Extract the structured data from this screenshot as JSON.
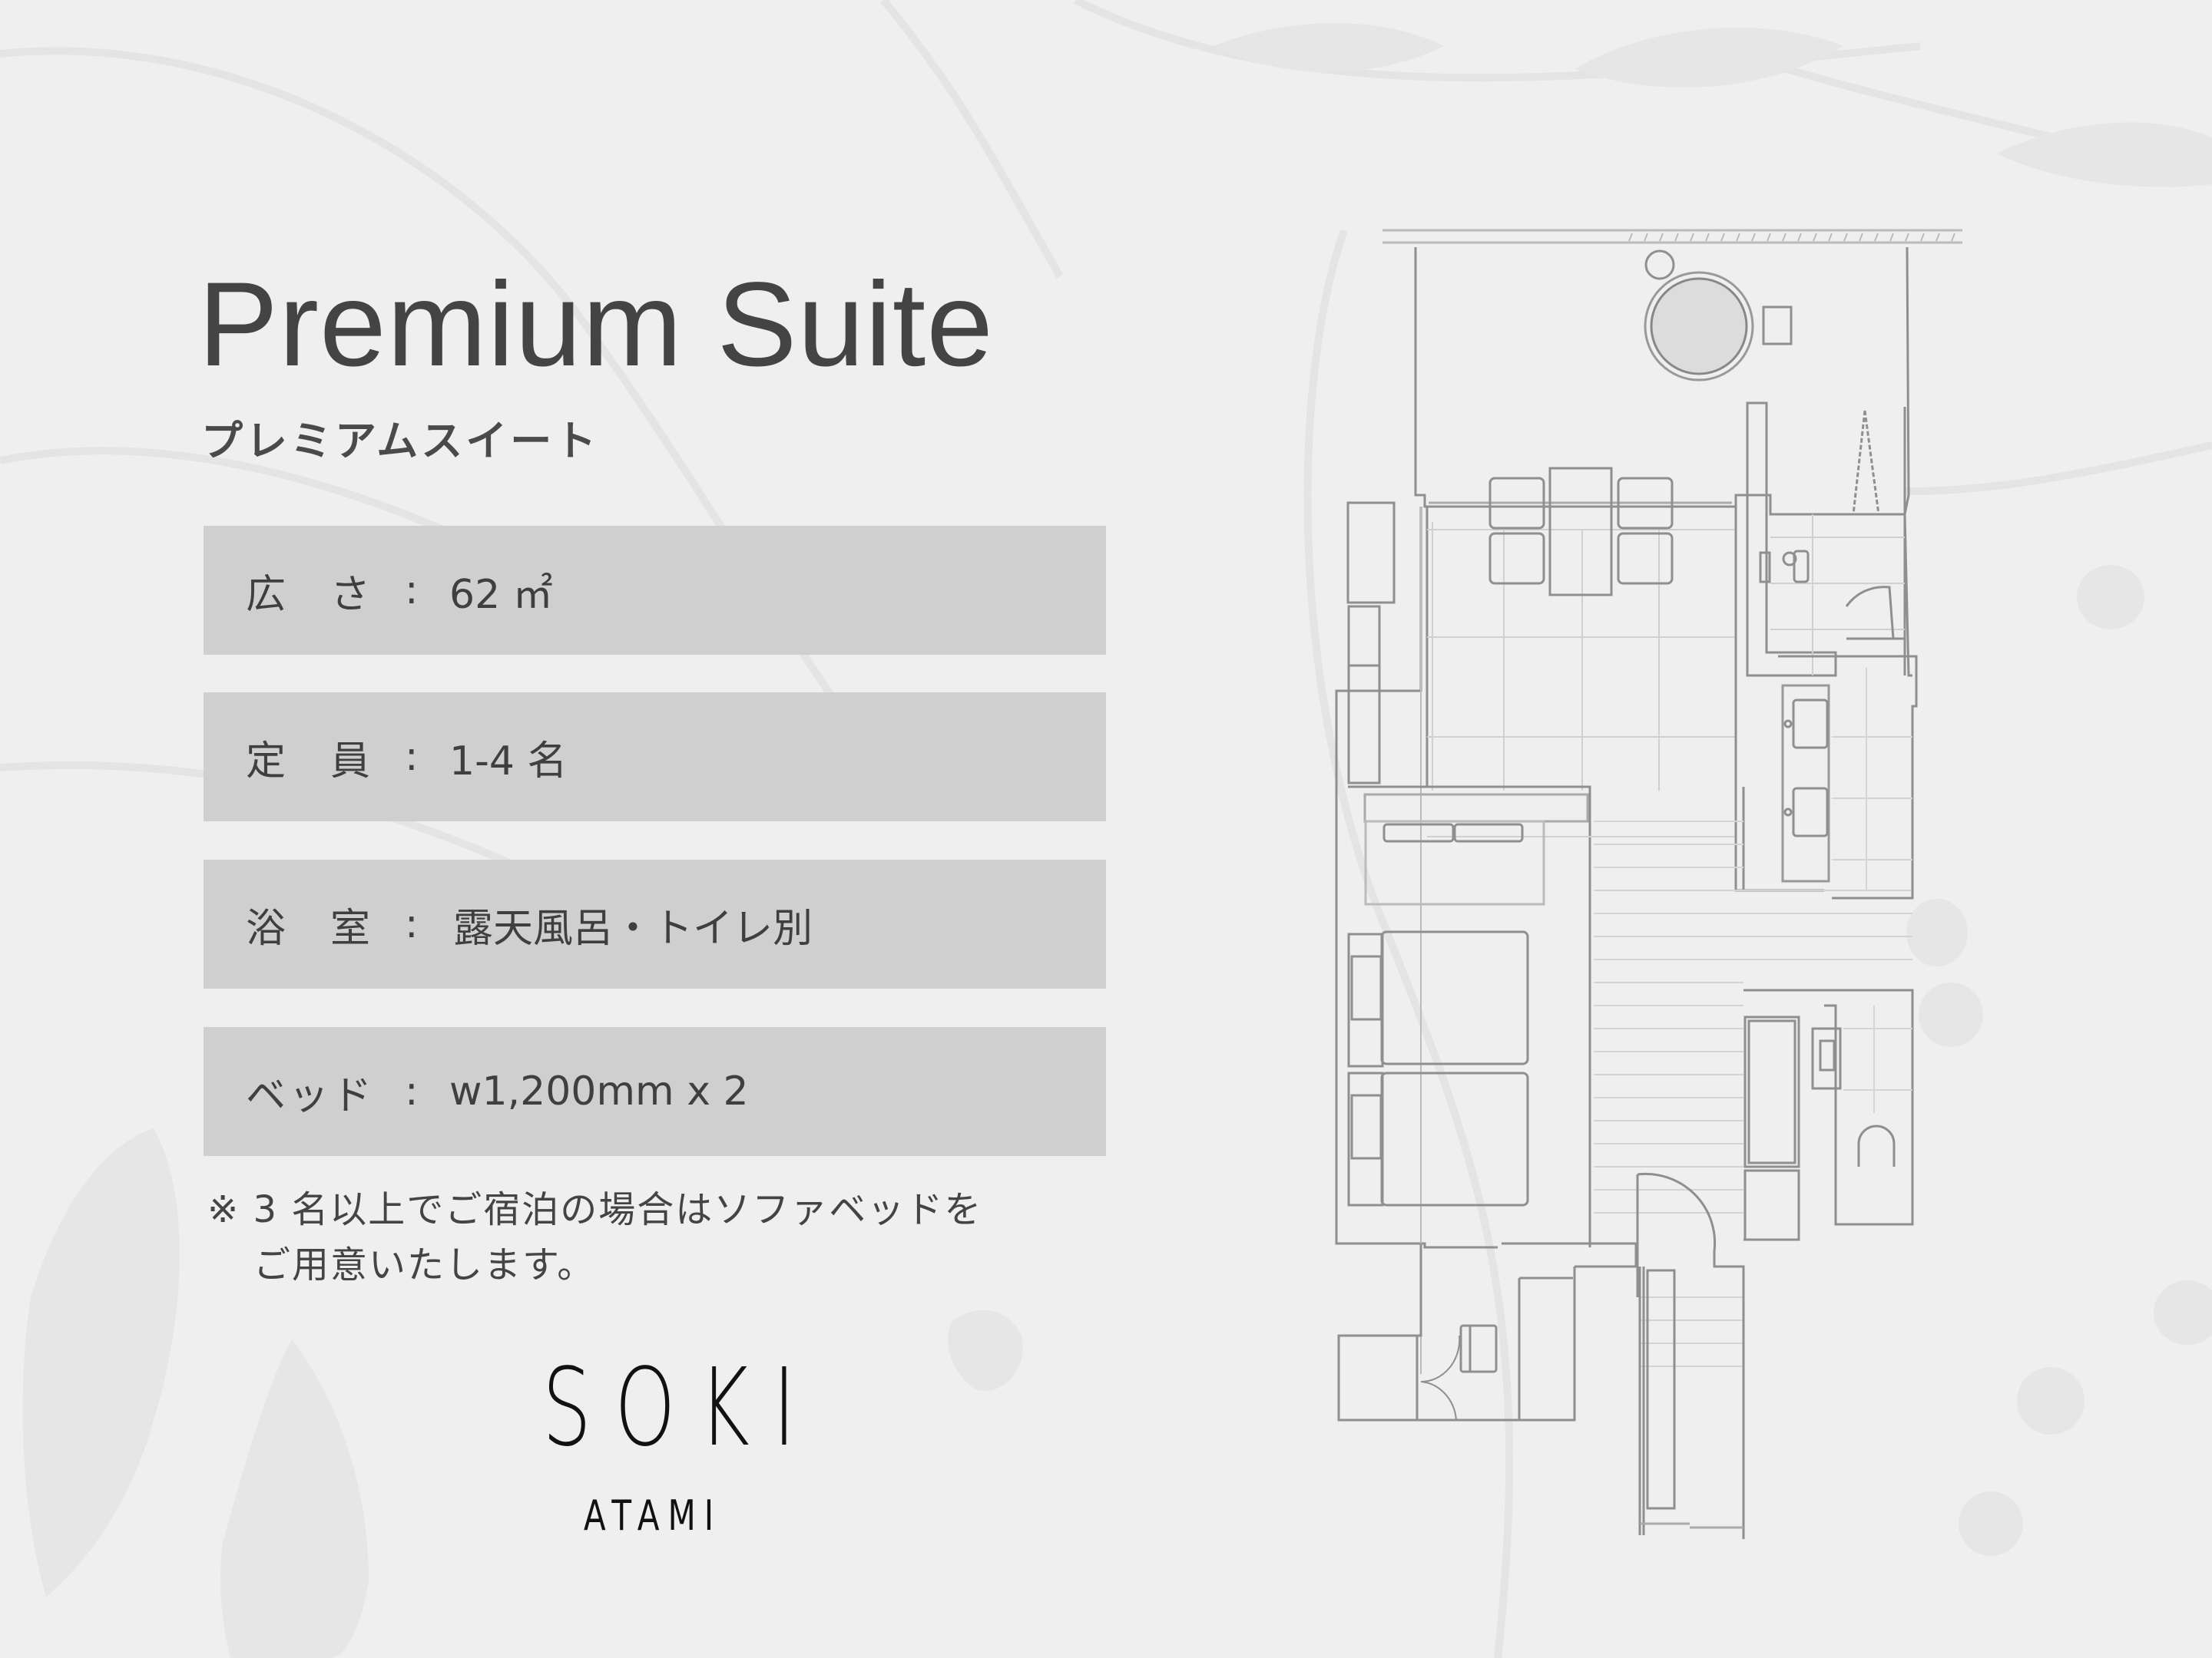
{
  "room": {
    "title_en": "Premium Suite",
    "title_ja": "プレミアムスイート"
  },
  "specs": [
    {
      "label": "広さ",
      "colon": ":",
      "value": "62 ㎡"
    },
    {
      "label": "定員",
      "colon": ":",
      "value": "1-4 名"
    },
    {
      "label": "浴室",
      "colon": ":",
      "value": "露天風呂・トイレ別"
    },
    {
      "label": "ベッド",
      "colon": ":",
      "value": "w1,200mm x 2"
    }
  ],
  "note": {
    "line1": "※ 3 名以上でご宿泊の場合はソファベッドを",
    "line2": "ご用意いたします。"
  },
  "brand": {
    "name": "SOKI",
    "location": "ATAMI"
  },
  "floor_plan": {
    "icon": "floor-plan-diagram",
    "features": [
      "open-air-bath",
      "terrace",
      "dining-table-4-chairs",
      "twin-beds",
      "sofa",
      "double-vanity",
      "separate-toilet",
      "bathroom",
      "entrance",
      "closet"
    ]
  },
  "colors": {
    "background": "#efefef",
    "spec_bar": "#cfcfcf",
    "text": "#444444",
    "logo": "#111111",
    "plan_line": "#8a8a8a"
  }
}
